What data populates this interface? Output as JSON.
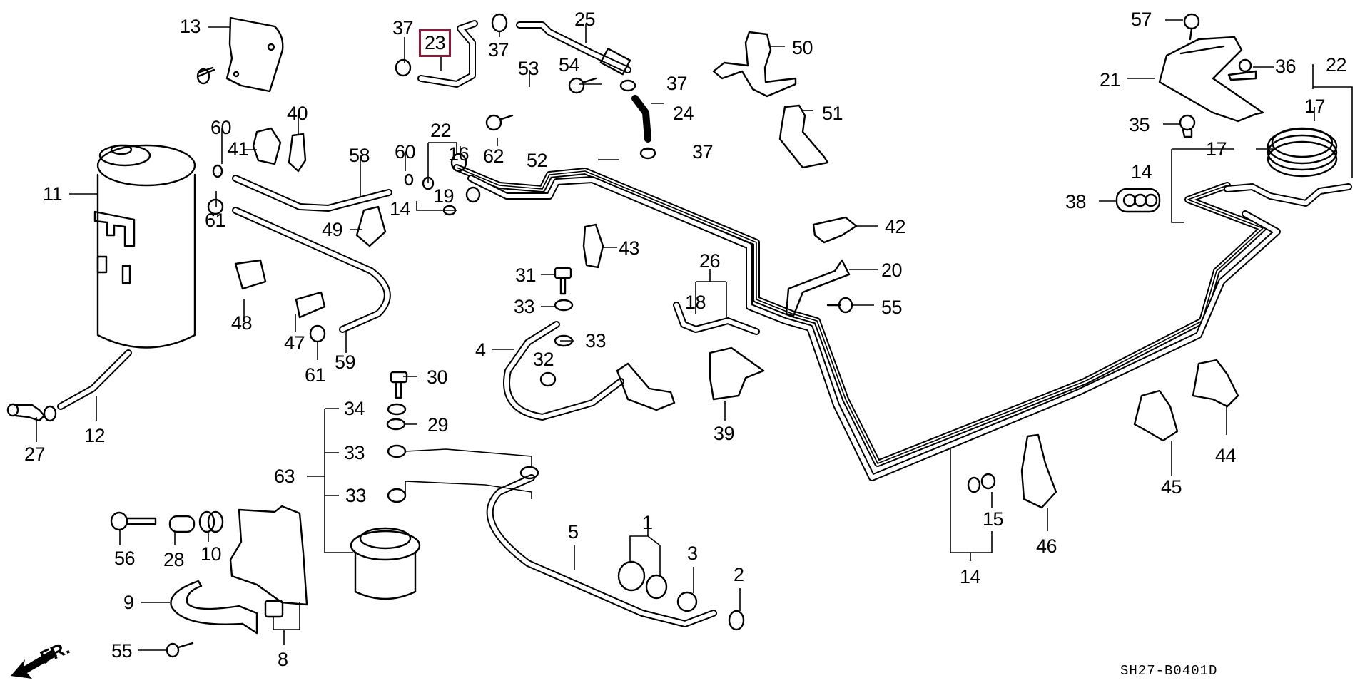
{
  "diagram": {
    "title": "Fuel pipe / canister exploded parts diagram",
    "diagram_code": "SH27-B0401D",
    "direction_label": "FR.",
    "highlight_color": "#8b1a3a",
    "highlighted_part": "23",
    "callouts": [
      {
        "id": "c13",
        "text": "13"
      },
      {
        "id": "c37a",
        "text": "37"
      },
      {
        "id": "c23",
        "text": "23",
        "highlighted": true
      },
      {
        "id": "c37b",
        "text": "37"
      },
      {
        "id": "c25",
        "text": "25"
      },
      {
        "id": "c50",
        "text": "50"
      },
      {
        "id": "c57",
        "text": "57"
      },
      {
        "id": "c22a",
        "text": "22"
      },
      {
        "id": "c36",
        "text": "36"
      },
      {
        "id": "c21",
        "text": "21"
      },
      {
        "id": "c53",
        "text": "53"
      },
      {
        "id": "c54",
        "text": "54"
      },
      {
        "id": "c37c",
        "text": "37"
      },
      {
        "id": "c24",
        "text": "24"
      },
      {
        "id": "c51",
        "text": "51"
      },
      {
        "id": "c17a",
        "text": "17"
      },
      {
        "id": "c35",
        "text": "35"
      },
      {
        "id": "c40",
        "text": "40"
      },
      {
        "id": "c60a",
        "text": "60"
      },
      {
        "id": "c41",
        "text": "41"
      },
      {
        "id": "c22b",
        "text": "22"
      },
      {
        "id": "c62",
        "text": "62"
      },
      {
        "id": "c52",
        "text": "52"
      },
      {
        "id": "c37d",
        "text": "37"
      },
      {
        "id": "c58",
        "text": "58"
      },
      {
        "id": "c60b",
        "text": "60"
      },
      {
        "id": "c16",
        "text": "16"
      },
      {
        "id": "c11",
        "text": "11"
      },
      {
        "id": "c19",
        "text": "19"
      },
      {
        "id": "c14a",
        "text": "14"
      },
      {
        "id": "c14b",
        "text": "14"
      },
      {
        "id": "c17b",
        "text": "17"
      },
      {
        "id": "c38",
        "text": "38"
      },
      {
        "id": "c61a",
        "text": "61"
      },
      {
        "id": "c49",
        "text": "49"
      },
      {
        "id": "c43",
        "text": "43"
      },
      {
        "id": "c42",
        "text": "42"
      },
      {
        "id": "c31",
        "text": "31"
      },
      {
        "id": "c26",
        "text": "26"
      },
      {
        "id": "c20",
        "text": "20"
      },
      {
        "id": "c48",
        "text": "48"
      },
      {
        "id": "c33a",
        "text": "33"
      },
      {
        "id": "c18",
        "text": "18"
      },
      {
        "id": "c55a",
        "text": "55"
      },
      {
        "id": "c47",
        "text": "47"
      },
      {
        "id": "c59",
        "text": "59"
      },
      {
        "id": "c4",
        "text": "4"
      },
      {
        "id": "c33b",
        "text": "33"
      },
      {
        "id": "c61b",
        "text": "61"
      },
      {
        "id": "c32",
        "text": "32"
      },
      {
        "id": "c30",
        "text": "30"
      },
      {
        "id": "c39",
        "text": "39"
      },
      {
        "id": "c12",
        "text": "12"
      },
      {
        "id": "c27",
        "text": "27"
      },
      {
        "id": "c34",
        "text": "34"
      },
      {
        "id": "c29",
        "text": "29"
      },
      {
        "id": "c33c",
        "text": "33"
      },
      {
        "id": "c63",
        "text": "63"
      },
      {
        "id": "c33d",
        "text": "33"
      },
      {
        "id": "c44",
        "text": "44"
      },
      {
        "id": "c45",
        "text": "45"
      },
      {
        "id": "c15",
        "text": "15"
      },
      {
        "id": "c46",
        "text": "46"
      },
      {
        "id": "c5",
        "text": "5"
      },
      {
        "id": "c1",
        "text": "1"
      },
      {
        "id": "c3",
        "text": "3"
      },
      {
        "id": "c2",
        "text": "2"
      },
      {
        "id": "c14c",
        "text": "14"
      },
      {
        "id": "c56",
        "text": "56"
      },
      {
        "id": "c28",
        "text": "28"
      },
      {
        "id": "c10",
        "text": "10"
      },
      {
        "id": "c9",
        "text": "9"
      },
      {
        "id": "c55b",
        "text": "55"
      },
      {
        "id": "c8",
        "text": "8"
      }
    ]
  }
}
